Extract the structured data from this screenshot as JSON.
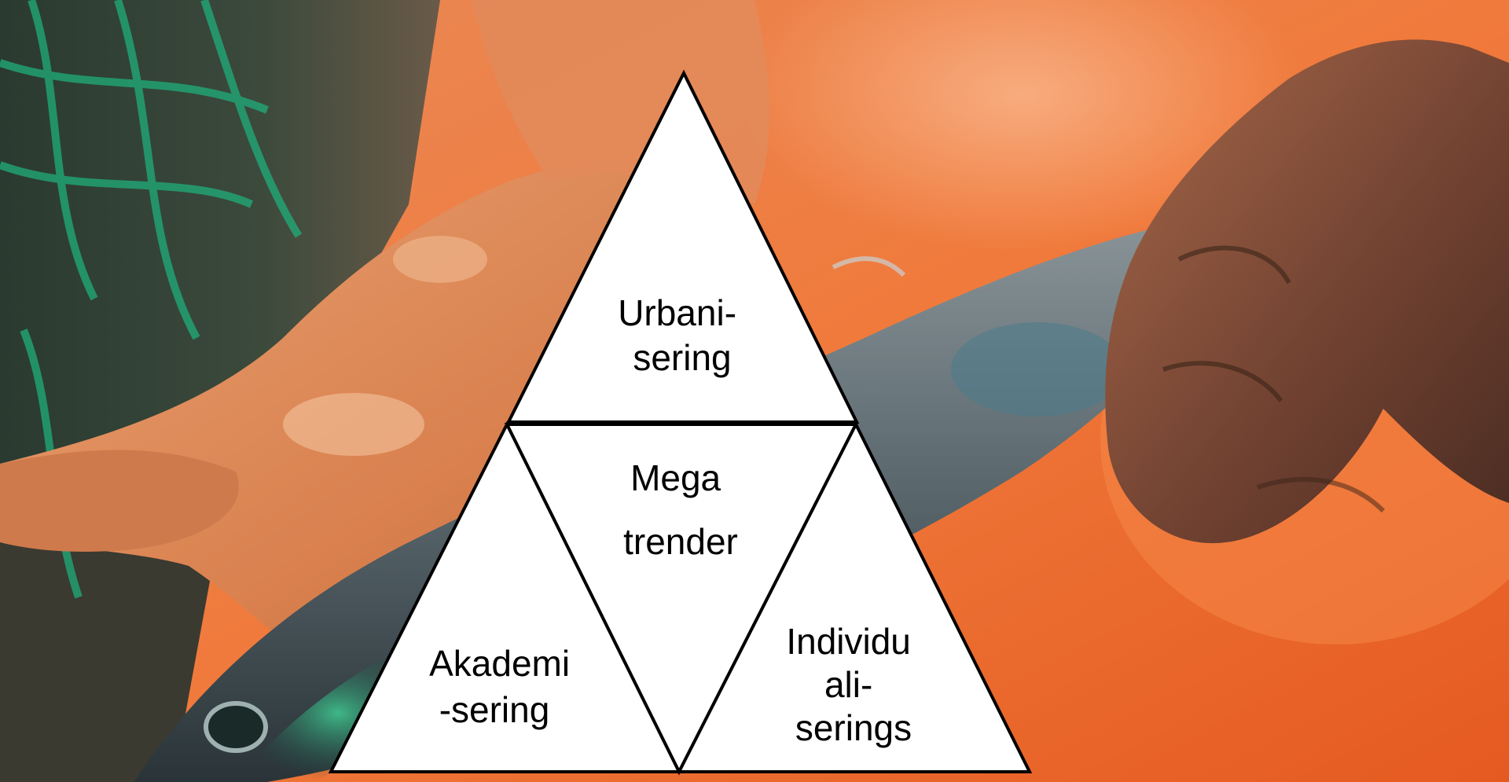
{
  "diagram": {
    "center": {
      "lines": [
        "Mega",
        "trender"
      ]
    },
    "top": {
      "lines": [
        "Urbani-",
        "sering"
      ]
    },
    "bottom_left": {
      "lines": [
        "Akademi",
        "-sering"
      ]
    },
    "bottom_right": {
      "lines": [
        "Individu",
        "ali-",
        "serings"
      ]
    }
  },
  "colors": {
    "triangle_fill": "#ffffff",
    "triangle_stroke": "#000000",
    "text": "#000000"
  },
  "background": {
    "description_icon": "photo-hands-holding-fish"
  }
}
